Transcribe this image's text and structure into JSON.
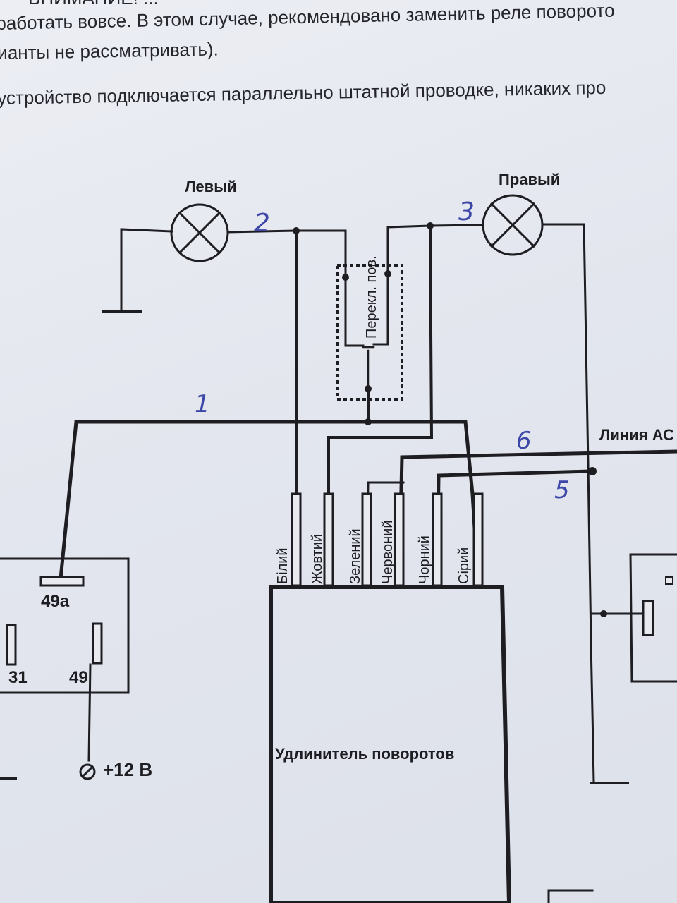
{
  "text_lines": [
    "ВНИМАНИЕ! ...",
    "работать вовсе. В этом случае, рекомендовано заменить реле поворото",
    "ианты не рассматривать).",
    "устройство подключается параллельно штатной проводке, никаких про"
  ],
  "lamps": {
    "left": "Левый",
    "right": "Правый"
  },
  "switch_label": "Перекл. пов.",
  "line_label": "Линия АС",
  "wire_labels": [
    "Білий",
    "Жовтий",
    "Зелений",
    "Червоний",
    "Чорний",
    "Сірий"
  ],
  "handwritten": [
    "1",
    "2",
    "3",
    "5",
    "6"
  ],
  "relay": {
    "pin_49a": "49a",
    "pin_31": "31",
    "pin_49": "49",
    "supply": "+12 В"
  },
  "device_label": "Удлинитель поворотов"
}
